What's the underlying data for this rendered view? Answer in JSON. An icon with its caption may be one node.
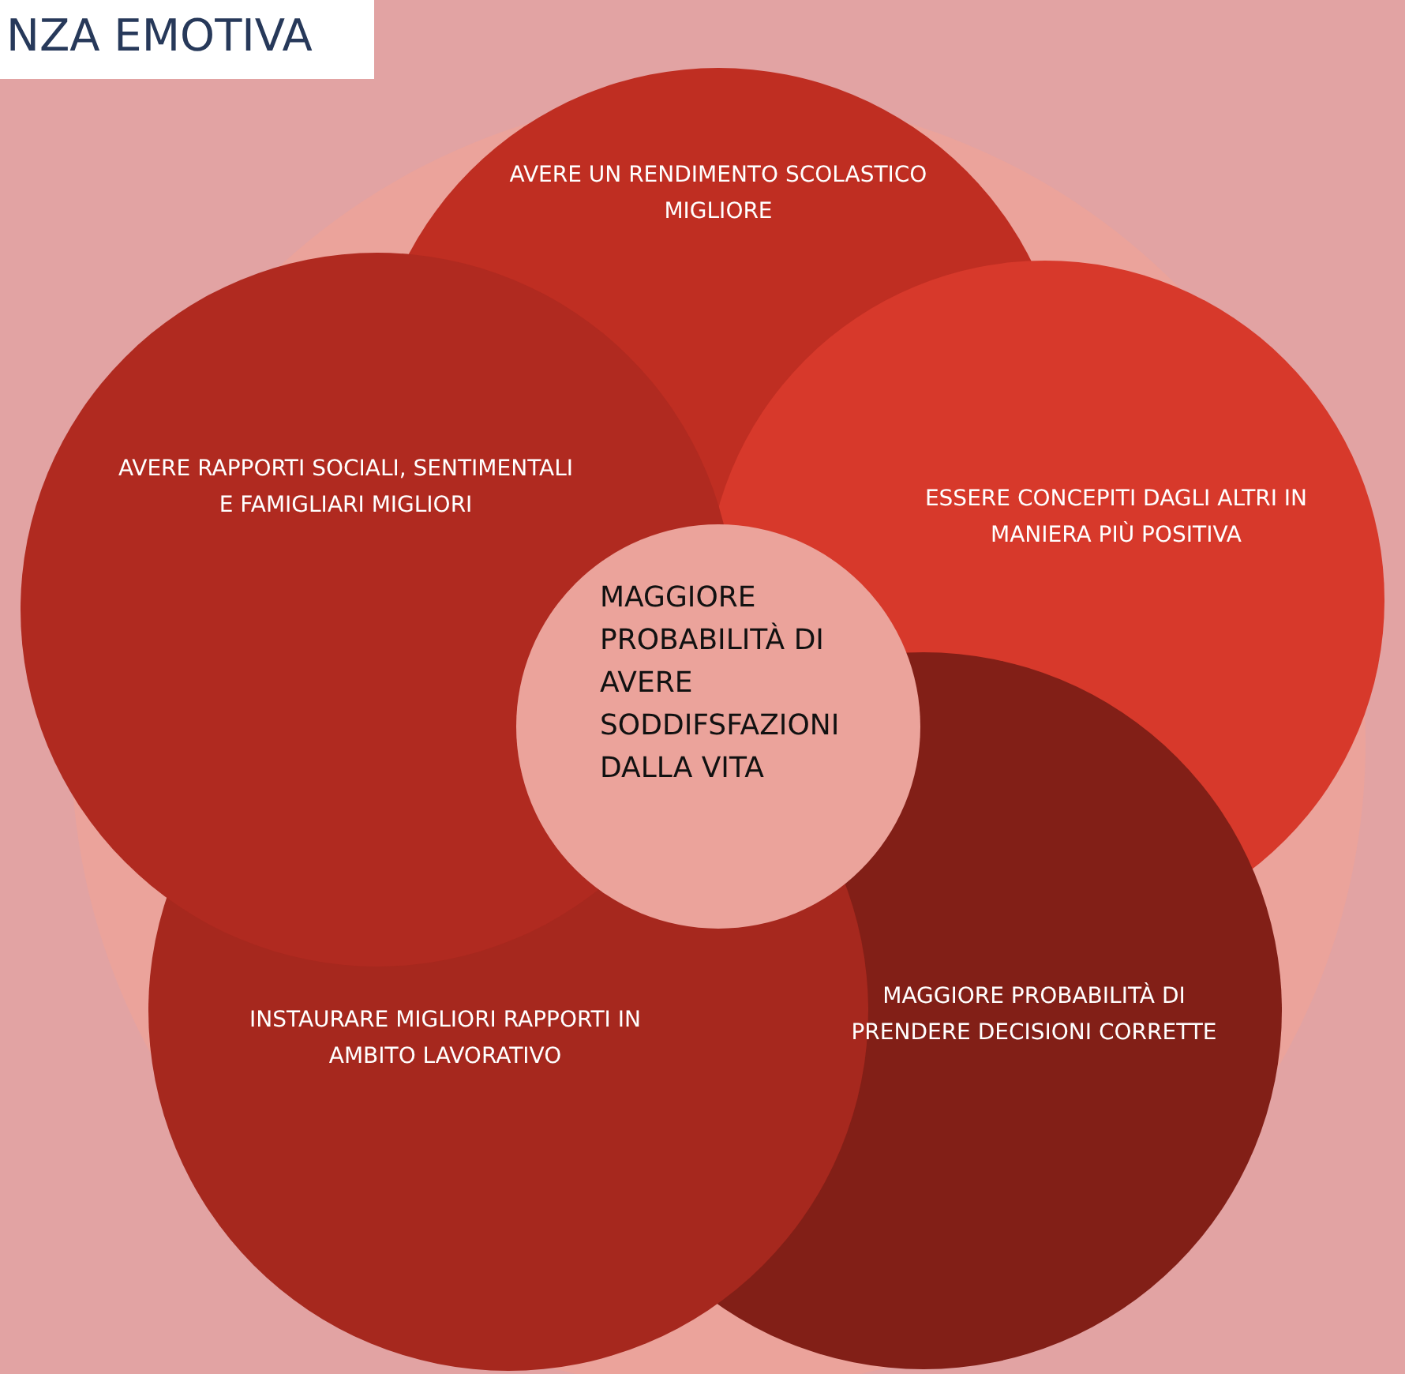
{
  "diagram": {
    "title": "NZA EMOTIVA",
    "nodes": [
      {
        "text": [
          "AVERE UN RENDIMENTO SCOLASTICO MIGLIORE"
        ]
      },
      {
        "text": [
          "AVERE RAPPORTI SOCIALI, SENTIMENTALI E FAMIGLIARI MIGLIORI"
        ]
      },
      {
        "text": [
          "ESSERE CONCEPITI DAGLI ALTRI IN MANIERA PIÙ POSITIVA"
        ]
      },
      {
        "text": [
          "MAGGIORE PROBABILITÀ DI AVERE SODDIFSFAZIONI DALLA VITA"
        ]
      },
      {
        "text": [
          "INSTAURARE MIGLIORI RAPPORTI IN AMBITO LAVORATIVO"
        ]
      },
      {
        "text": [
          "MAGGIORE PROBABILITÀ DI PRENDERE DECISIONI CORRETTE"
        ]
      }
    ],
    "edges": []
  }
}
